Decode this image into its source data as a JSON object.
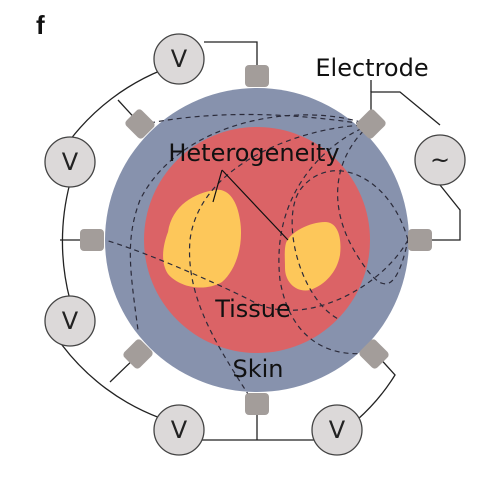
{
  "panel_label": "f",
  "labels": {
    "electrode": "Electrode",
    "heterogeneity": "Heterogeneity",
    "tissue": "Tissue",
    "skin": "Skin"
  },
  "meters": {
    "voltmeter": "V",
    "source": "~"
  },
  "colors": {
    "skin": "#8792ad",
    "tissue": "#db6366",
    "heterogeneity": "#fdc75a",
    "electrode": "#a39d9a",
    "meter_fill": "#dcd9d9",
    "wire": "#222222"
  }
}
